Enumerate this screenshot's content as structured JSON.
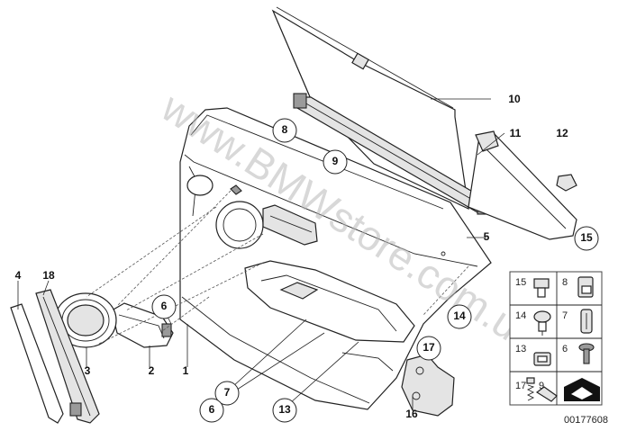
{
  "callouts": {
    "c1": "1",
    "c2": "2",
    "c3": "3",
    "c4": "4",
    "c5": "5",
    "c6a": "6",
    "c6b": "6",
    "c7": "7",
    "c8": "8",
    "c9": "9",
    "c10": "10",
    "c11": "11",
    "c12": "12",
    "c13": "13",
    "c14": "14",
    "c15": "15",
    "c16": "16",
    "c17": "17",
    "c18": "18"
  },
  "legend": {
    "r1": {
      "a": "15",
      "b": "8"
    },
    "r2": {
      "a": "14",
      "b": "7"
    },
    "r3": {
      "a": "13",
      "b": "6"
    },
    "r4": {
      "a": "17",
      "b": "9"
    }
  },
  "watermark": "www.BMWstore.com.ua",
  "reference_number": "00177608",
  "colors": {
    "line": "#222222",
    "fill_grey": "#e4e4e4",
    "watermark": "#b9b9b9"
  }
}
